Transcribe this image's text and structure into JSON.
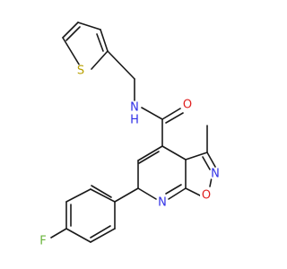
{
  "molecule": {
    "atoms": {
      "F": {
        "text": "F",
        "color": "#6ab43c"
      },
      "S": {
        "text": "S",
        "color": "#b8a000"
      },
      "NH": {
        "text": "N",
        "text2": "H",
        "color": "#2f2fe6"
      },
      "O_carbonyl": {
        "text": "O",
        "color": "#e02020"
      },
      "N_ring": {
        "text": "N",
        "color": "#2f2fe6"
      },
      "N_isox": {
        "text": "N",
        "color": "#2f2fe6"
      },
      "O_isox": {
        "text": "O",
        "color": "#e02020"
      }
    },
    "bond_color": "#1a1a1a"
  }
}
